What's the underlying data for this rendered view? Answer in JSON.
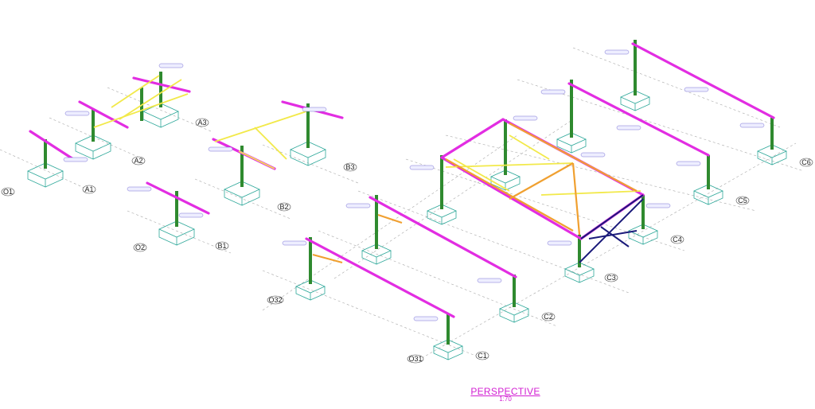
{
  "view": {
    "title": "PERSPECTIVE",
    "scale": "1:70"
  },
  "colors": {
    "rafter": "#e22de2",
    "column": "#2f8a2f",
    "brace": "#f2e94a",
    "brace_orange": "#f0a030",
    "brace_navy": "#1a1a7a",
    "footing": "#2ea89a",
    "gridline": "#9a9a9a",
    "title": "#d21fd2"
  },
  "grid_labels": [
    "O1",
    "A1",
    "A2",
    "A3",
    "O2",
    "B1",
    "B2",
    "B3",
    "O32",
    "O31",
    "C1",
    "C2",
    "C3",
    "C4",
    "C5",
    "C6"
  ],
  "icons": [
    "bubble-icon"
  ]
}
